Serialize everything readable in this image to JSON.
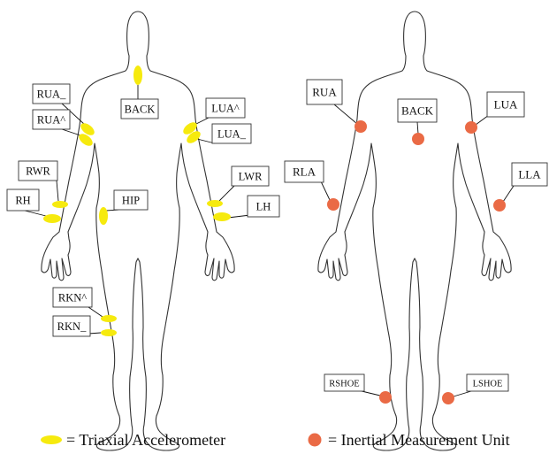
{
  "colors": {
    "accelerometer": "#f6ea0e",
    "imu": "#ea6a45",
    "outline": "#333333"
  },
  "figures": {
    "left": {
      "name": "triaxial-accelerometer-figure",
      "sensor_type": "accelerometer",
      "sensors": [
        {
          "id": "BACK",
          "label": "BACK"
        },
        {
          "id": "RUA_",
          "label": "RUA_"
        },
        {
          "id": "RUA^",
          "label": "RUA^"
        },
        {
          "id": "LUA^",
          "label": "LUA^"
        },
        {
          "id": "LUA_",
          "label": "LUA_"
        },
        {
          "id": "RWR",
          "label": "RWR"
        },
        {
          "id": "RH",
          "label": "RH"
        },
        {
          "id": "HIP",
          "label": "HIP"
        },
        {
          "id": "LWR",
          "label": "LWR"
        },
        {
          "id": "LH",
          "label": "LH"
        },
        {
          "id": "RKN^",
          "label": "RKN^"
        },
        {
          "id": "RKN_",
          "label": "RKN_"
        }
      ]
    },
    "right": {
      "name": "inertial-measurement-unit-figure",
      "sensor_type": "imu",
      "sensors": [
        {
          "id": "RUA",
          "label": "RUA"
        },
        {
          "id": "BACK",
          "label": "BACK"
        },
        {
          "id": "LUA",
          "label": "LUA"
        },
        {
          "id": "RLA",
          "label": "RLA"
        },
        {
          "id": "LLA",
          "label": "LLA"
        },
        {
          "id": "RSHOE",
          "label": "RSHOE"
        },
        {
          "id": "LSHOE",
          "label": "LSHOE"
        }
      ]
    }
  },
  "legend": {
    "accelerometer": "= Triaxial Accelerometer",
    "imu": "= Inertial Measurement Unit"
  }
}
